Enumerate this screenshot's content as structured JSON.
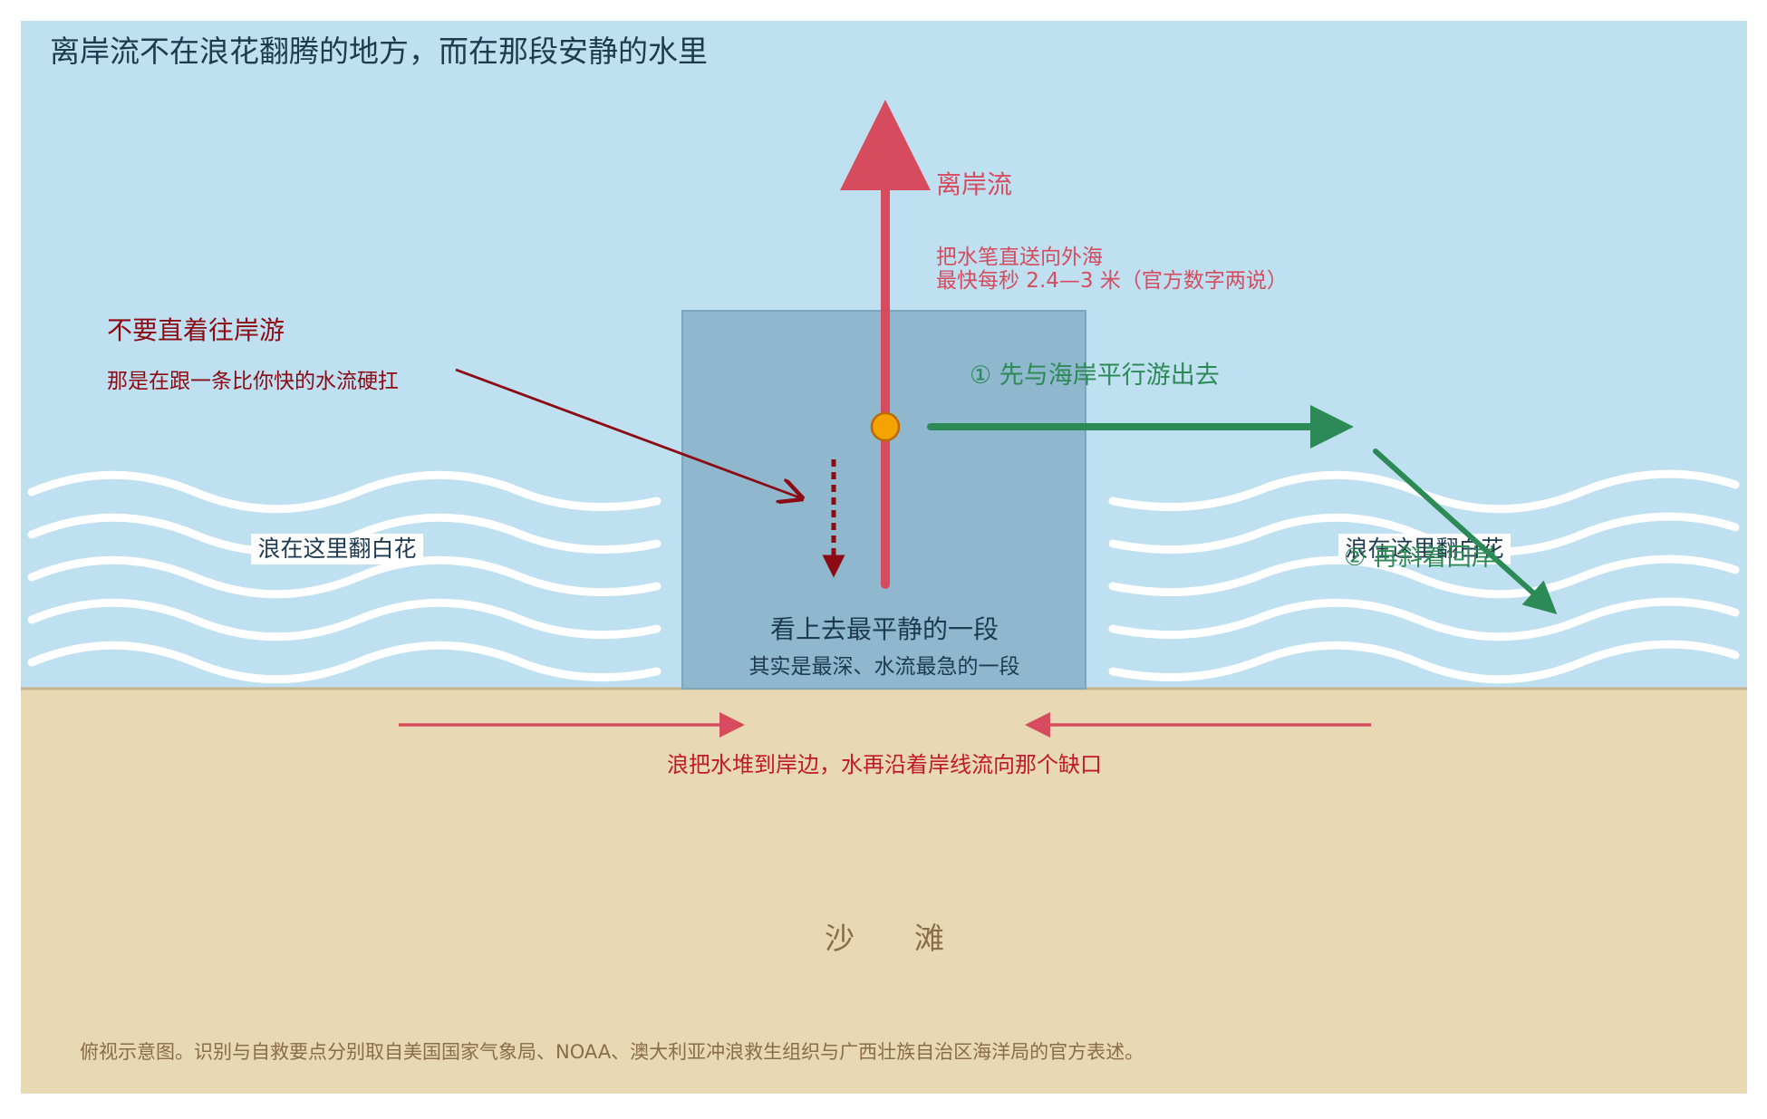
{
  "title": "离岸流不在浪花翻腾的地方，而在那段安静的水里",
  "rip_current": {
    "label": "离岸流",
    "desc_line1": "把水笔直送向外海",
    "desc_line2": "最快每秒 2.4—3 米（官方数字两说）"
  },
  "warning": {
    "title": "不要直着往岸游",
    "subtitle": "那是在跟一条比你快的水流硬扛"
  },
  "escape": {
    "step1": "① 先与海岸平行游出去",
    "step2": "② 再斜着回岸"
  },
  "waves": {
    "left_label": "浪在这里翻白花",
    "right_label": "浪在这里翻白花"
  },
  "calm_zone": {
    "title": "看上去最平静的一段",
    "subtitle": "其实是最深、水流最急的一段"
  },
  "longshore_label": "浪把水堆到岸边，水再沿着岸线流向那个缺口",
  "beach_label": "沙　　滩",
  "caption": "俯视示意图。识别与自救要点分别取自美国国家气象局、NOAA、澳大利亚冲浪救生组织与广西壮族自治区海洋局的官方表述。",
  "colors": {
    "sea": "#bfe0f0",
    "beach": "#e8d8b3",
    "rip_zone": "#8fb7cd",
    "rip_red": "#d64c5e",
    "warning_dark_red": "#8b0a14",
    "escape_green": "#2b8a55",
    "swimmer": "#f5a300",
    "wave_white": "#ffffff",
    "text_dark": "#1e3a4f",
    "beach_text": "#8a6d45"
  }
}
